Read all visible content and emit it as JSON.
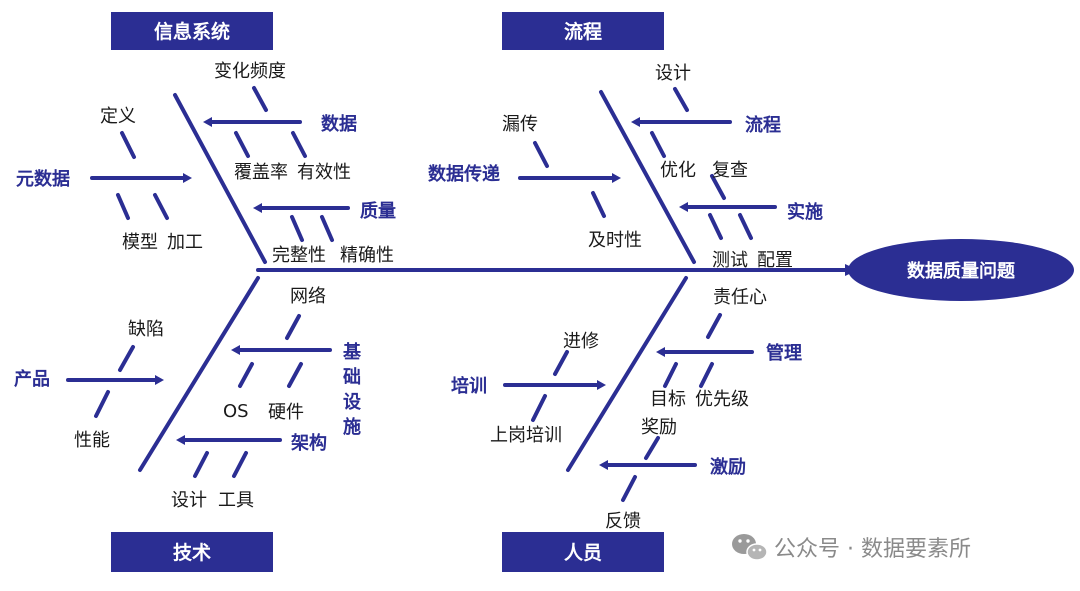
{
  "head": {
    "label": "数据质量问题"
  },
  "categories": {
    "info_system": "信息系统",
    "process": "流程",
    "technology": "技术",
    "people": "人员"
  },
  "info_system": {
    "metadata": "元数据",
    "definition": "定义",
    "model": "模型",
    "processing": "加工",
    "data": "数据",
    "change_frequency": "变化频度",
    "coverage": "覆盖率",
    "validity": "有效性",
    "quality": "质量",
    "completeness": "完整性",
    "accuracy": "精确性"
  },
  "process": {
    "data_transfer": "数据传递",
    "omission": "漏传",
    "timeliness": "及时性",
    "flow": "流程",
    "design": "设计",
    "optimize": "优化",
    "review": "复查",
    "implementation": "实施",
    "test": "测试",
    "config": "配置"
  },
  "technology": {
    "product": "产品",
    "defect": "缺陷",
    "performance": "性能",
    "infrastructure": [
      "基",
      "础",
      "设",
      "施"
    ],
    "network": "网络",
    "os": "OS",
    "hardware": "硬件",
    "architecture": "架构",
    "design": "设计",
    "tools": "工具"
  },
  "people": {
    "training": "培训",
    "further_study": "进修",
    "onboarding": "上岗培训",
    "management": "管理",
    "responsibility": "责任心",
    "goal": "目标",
    "priority": "优先级",
    "incentive": "激励",
    "reward": "奖励",
    "feedback": "反馈"
  },
  "watermark": {
    "text": "公众号 · 数据要素所"
  },
  "colors": {
    "primary": "#2b2e93",
    "text": "#1a1a1a",
    "watermark": "#8a8a8a"
  }
}
